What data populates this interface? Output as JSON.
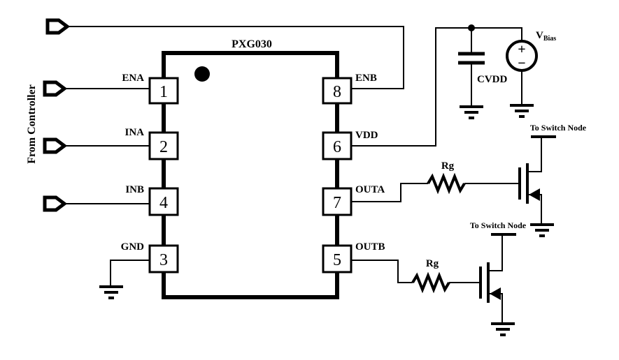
{
  "chip": {
    "name": "PXG030"
  },
  "pins": {
    "ena": {
      "label": "ENA",
      "number": "1"
    },
    "ina": {
      "label": "INA",
      "number": "2"
    },
    "inb": {
      "label": "INB",
      "number": "4"
    },
    "gnd": {
      "label": "GND",
      "number": "3"
    },
    "enb": {
      "label": "ENB",
      "number": "8"
    },
    "vdd": {
      "label": "VDD",
      "number": "6"
    },
    "outa": {
      "label": "OUTA",
      "number": "7"
    },
    "outb": {
      "label": "OUTB",
      "number": "5"
    }
  },
  "labels": {
    "from_controller": "From Controller",
    "cvdd": "CVDD",
    "vbias_main": "V",
    "vbias_sub": "Bias",
    "plus": "+",
    "minus": "−",
    "rg_top": "Rg",
    "rg_bottom": "Rg",
    "switch_node_top": "To Switch Node",
    "switch_node_bottom": "To Switch Node"
  }
}
